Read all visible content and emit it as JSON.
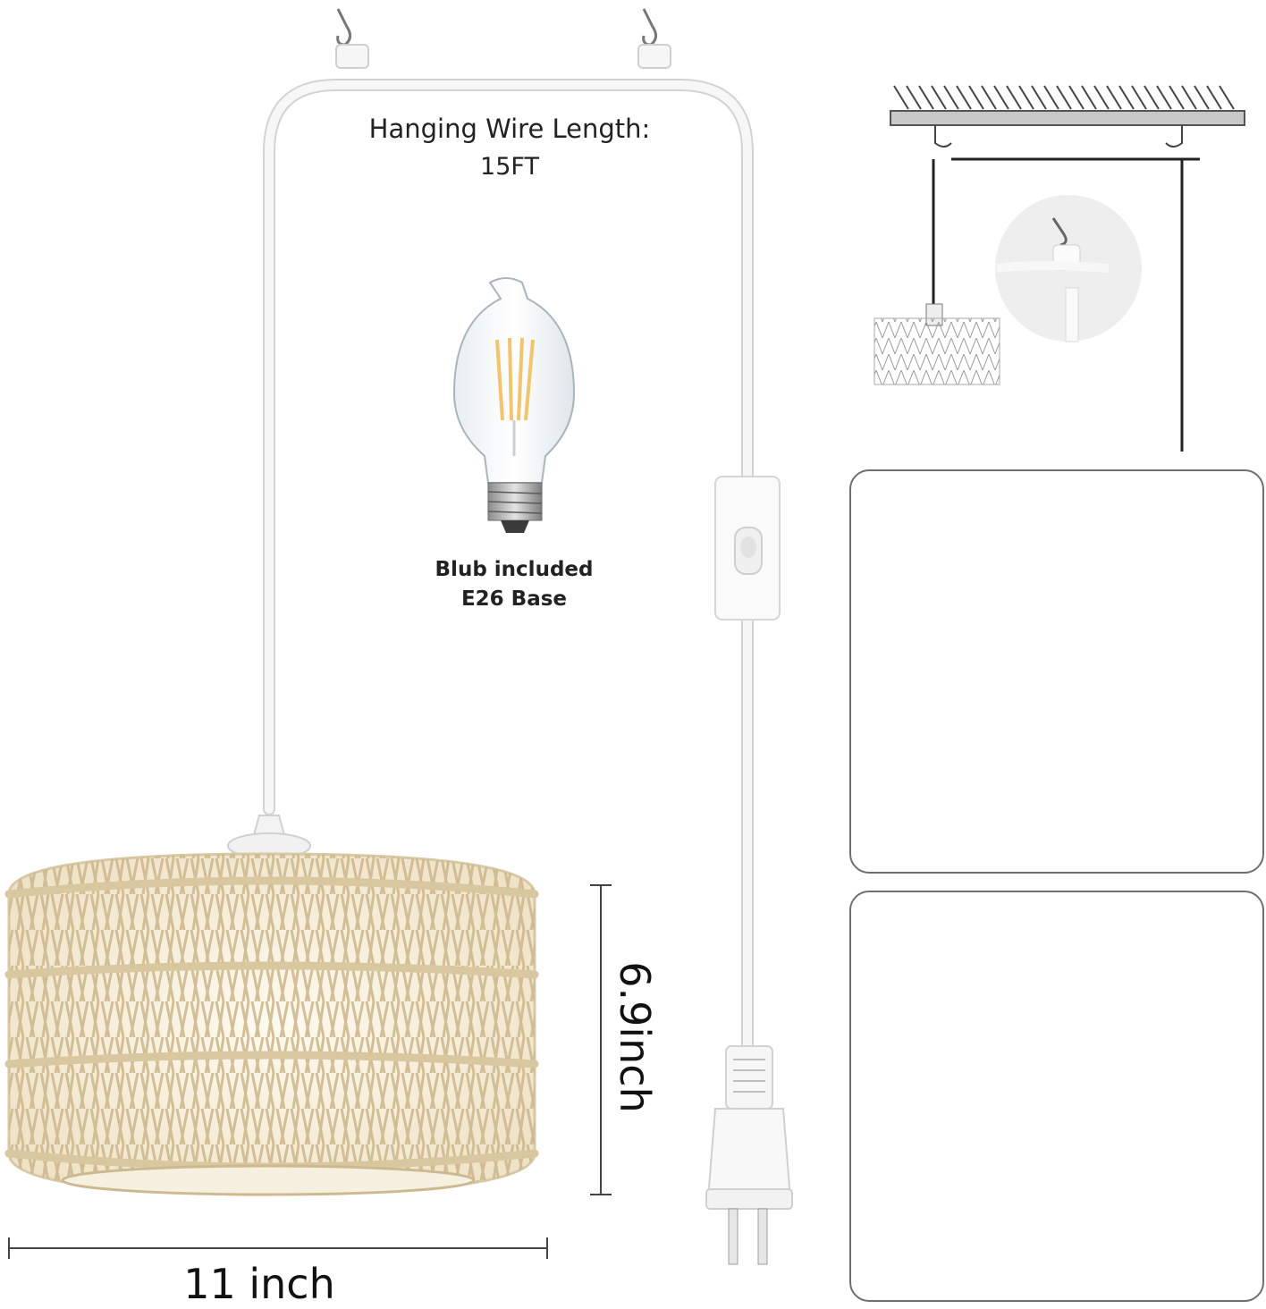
{
  "wire": {
    "title": "Hanging Wire Length:",
    "length": "15FT"
  },
  "bulb": {
    "line1": "Blub included",
    "line2": "E26 Base"
  },
  "dimensions": {
    "width": "11 inch",
    "height": "6.9inch"
  },
  "colors": {
    "cord": "#f4f4f4",
    "cord_edge": "#d9d9d9",
    "rattan": "#e9dcc0",
    "rattan_dark": "#c9b590",
    "glow": "#fdf7e8",
    "line": "#222222"
  },
  "icons": {
    "hook": "ceiling-hook-icon",
    "switch": "inline-switch-icon",
    "plug": "two-prong-plug-icon",
    "bulb": "edison-bulb-icon"
  }
}
